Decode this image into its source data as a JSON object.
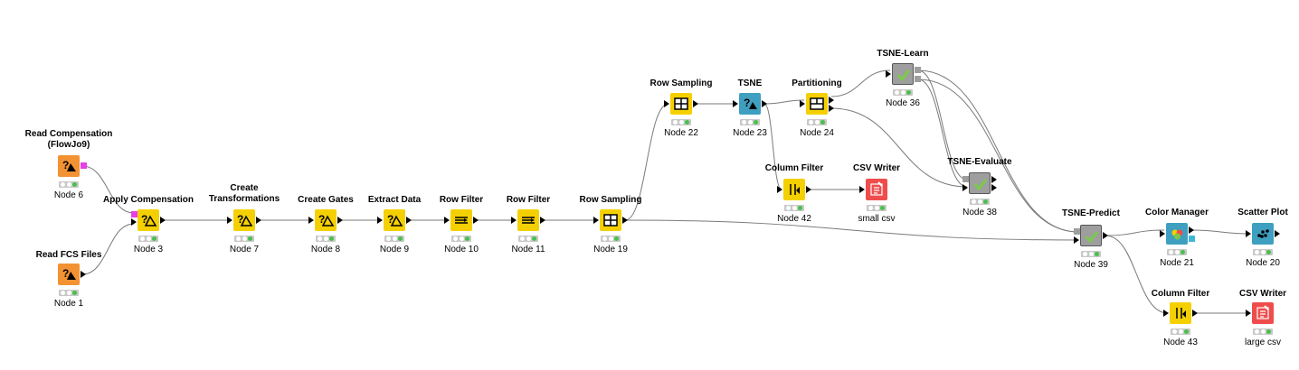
{
  "workflow": {
    "nodes": [
      {
        "id": "n6",
        "title": "Read Compensation (FlowJo9)",
        "label": "Node 6",
        "kind": "reader"
      },
      {
        "id": "n1",
        "title": "Read FCS Files",
        "label": "Node 1",
        "kind": "reader"
      },
      {
        "id": "n3",
        "title": "Apply Compensation",
        "label": "Node 3",
        "kind": "manip"
      },
      {
        "id": "n7",
        "title": "Create Transformations",
        "label": "Node 7",
        "kind": "manip"
      },
      {
        "id": "n8",
        "title": "Create Gates",
        "label": "Node 8",
        "kind": "manip"
      },
      {
        "id": "n9",
        "title": "Extract Data",
        "label": "Node 9",
        "kind": "manip"
      },
      {
        "id": "n10",
        "title": "Row Filter",
        "label": "Node 10",
        "kind": "rowfilter"
      },
      {
        "id": "n11",
        "title": "Row Filter",
        "label": "Node 11",
        "kind": "rowfilter"
      },
      {
        "id": "n19",
        "title": "Row Sampling",
        "label": "Node 19",
        "kind": "sampling"
      },
      {
        "id": "n22",
        "title": "Row Sampling",
        "label": "Node 22",
        "kind": "sampling"
      },
      {
        "id": "n23",
        "title": "TSNE",
        "label": "Node 23",
        "kind": "tsne"
      },
      {
        "id": "n24",
        "title": "Partitioning",
        "label": "Node 24",
        "kind": "partition"
      },
      {
        "id": "n36",
        "title": "TSNE-Learn",
        "label": "Node 36",
        "kind": "learner"
      },
      {
        "id": "n38",
        "title": "TSNE-Evaluate",
        "label": "Node 38",
        "kind": "evaluator"
      },
      {
        "id": "n39",
        "title": "TSNE-Predict",
        "label": "Node 39",
        "kind": "predictor"
      },
      {
        "id": "n42",
        "title": "Column Filter",
        "label": "Node 42",
        "kind": "colfilter"
      },
      {
        "id": "nsc",
        "title": "CSV Writer",
        "label": "small csv",
        "kind": "writer"
      },
      {
        "id": "n21",
        "title": "Color Manager",
        "label": "Node 21",
        "kind": "color"
      },
      {
        "id": "n20",
        "title": "Scatter Plot",
        "label": "Node 20",
        "kind": "scatter"
      },
      {
        "id": "n43",
        "title": "Column Filter",
        "label": "Node 43",
        "kind": "colfilter"
      },
      {
        "id": "nlc",
        "title": "CSV Writer",
        "label": "large csv",
        "kind": "writer"
      }
    ],
    "colors": {
      "reader": "#f39232",
      "manip": "#f5d000",
      "rowfilter": "#f5d000",
      "sampling": "#f5d000",
      "partition": "#f5d000",
      "colfilter": "#f5d000",
      "tsne": "#3f9fc0",
      "color": "#3f9fc0",
      "scatter": "#3f9fc0",
      "writer": "#ef4d4d",
      "learner": "#9e9e9e",
      "evaluator": "#9e9e9e",
      "predictor": "#9e9e9e",
      "port_data": "#000000",
      "port_model": "#9e9e9e",
      "port_flow": "#e640e6",
      "port_color": "#3fb8d8",
      "wire": "#7a7a7a",
      "status_ok": "#46c24a"
    }
  }
}
